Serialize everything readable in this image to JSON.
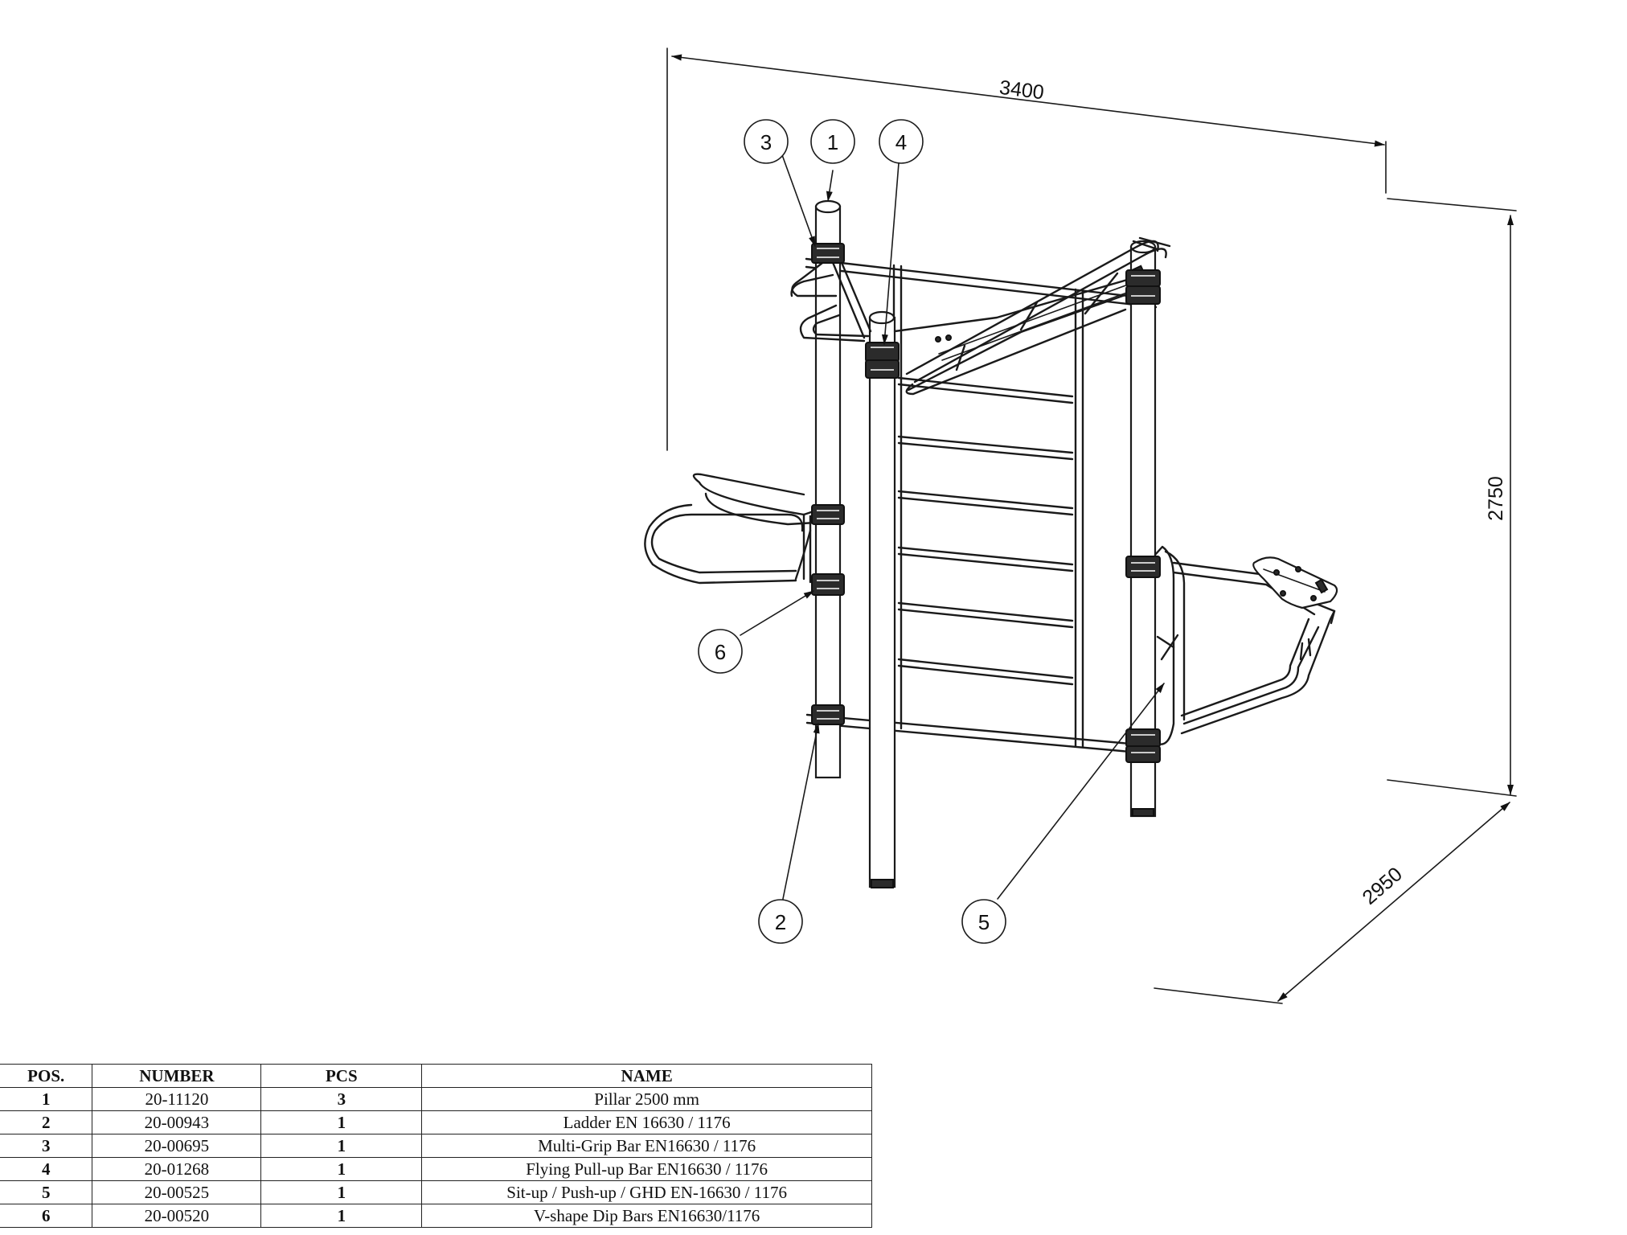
{
  "dimensions": {
    "width": "3400",
    "height": "2750",
    "depth": "2950"
  },
  "balloons": [
    "1",
    "2",
    "3",
    "4",
    "5",
    "6"
  ],
  "bom": {
    "headers": [
      "POS.",
      "NUMBER",
      "PCS",
      "NAME"
    ],
    "rows": [
      {
        "pos": "1",
        "number": "20-11120",
        "pcs": "3",
        "name": "Pillar 2500 mm"
      },
      {
        "pos": "2",
        "number": "20-00943",
        "pcs": "1",
        "name": "Ladder EN 16630 / 1176"
      },
      {
        "pos": "3",
        "number": "20-00695",
        "pcs": "1",
        "name": "Multi-Grip Bar EN16630 / 1176"
      },
      {
        "pos": "4",
        "number": "20-01268",
        "pcs": "1",
        "name": "Flying Pull-up Bar EN16630 / 1176"
      },
      {
        "pos": "5",
        "number": "20-00525",
        "pcs": "1",
        "name": "Sit-up / Push-up / GHD EN-16630 / 1176"
      },
      {
        "pos": "6",
        "number": "20-00520",
        "pcs": "1",
        "name": "V-shape Dip Bars EN16630/1176"
      }
    ]
  }
}
